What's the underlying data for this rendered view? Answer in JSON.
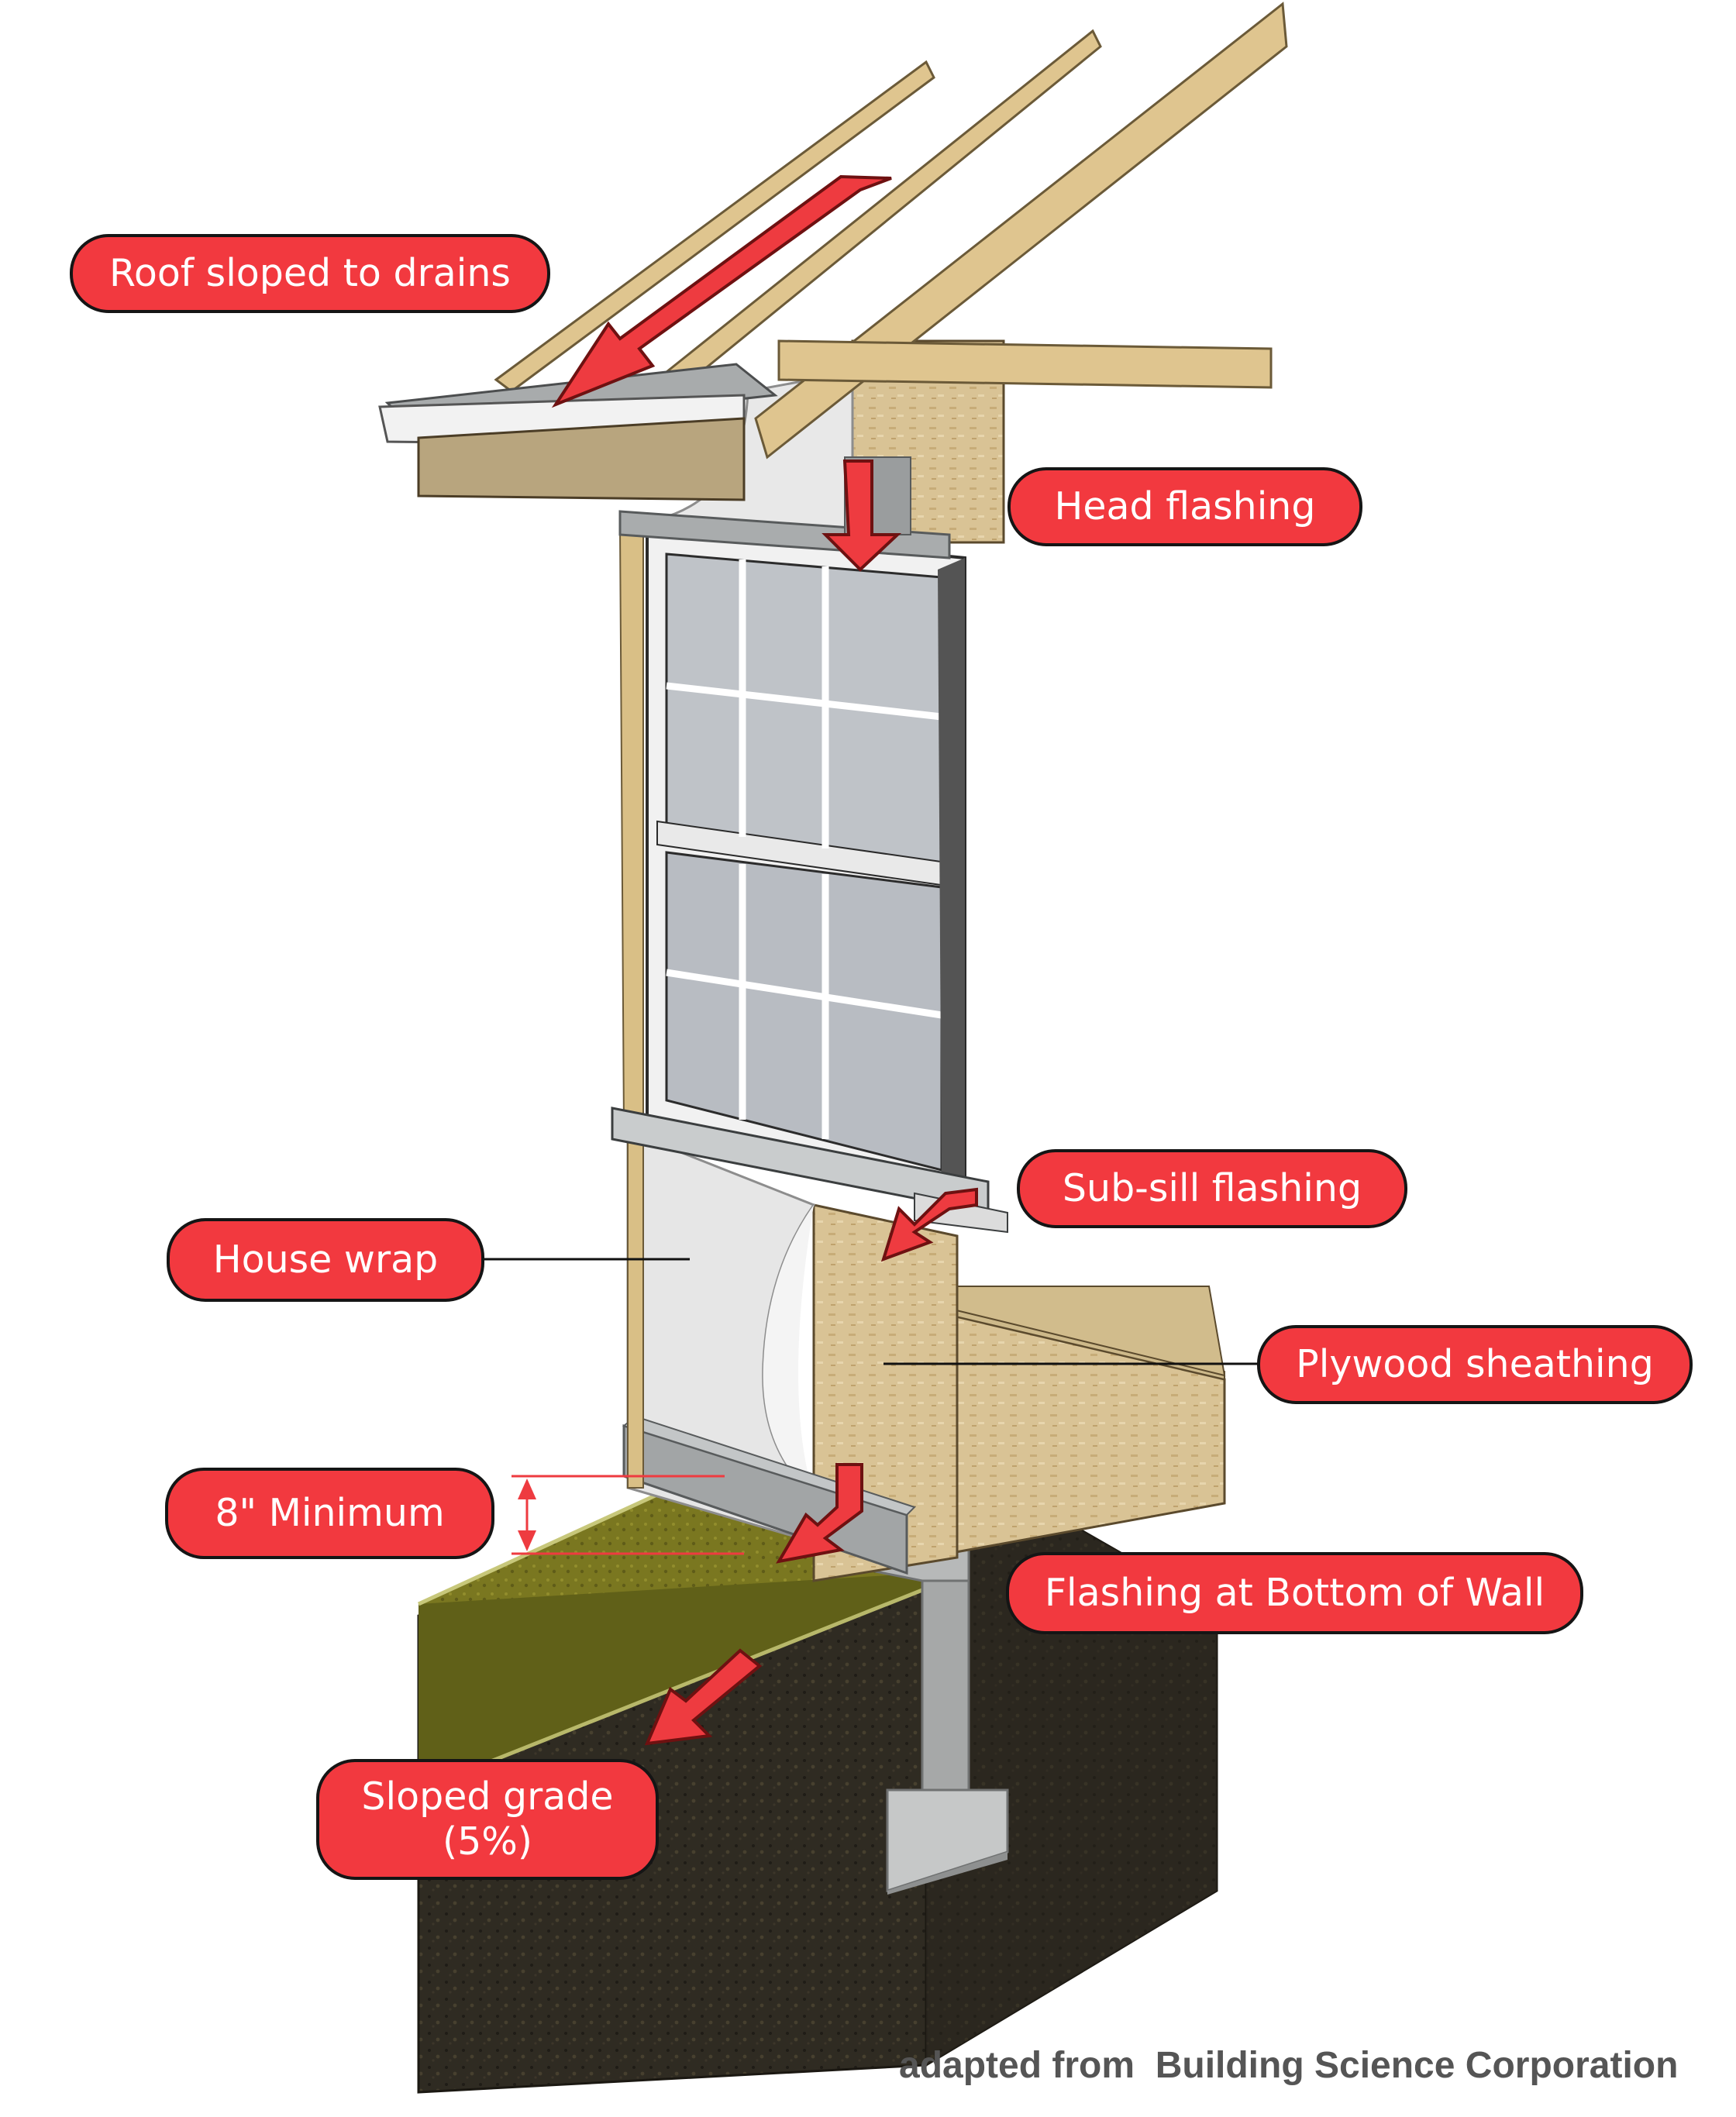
{
  "labels": {
    "roof": "Roof sloped to drains",
    "head_flashing": "Head flashing",
    "sub_sill_flashing": "Sub-sill flashing",
    "house_wrap": "House wrap",
    "plywood_sheathing": "Plywood sheathing",
    "minimum": "8\" Minimum",
    "bottom_flashing": "Flashing at Bottom of Wall",
    "sloped_grade_line1": "Sloped grade",
    "sloped_grade_line2": "(5%)"
  },
  "credit": "adapted from  Building Science Corporation",
  "colors": {
    "callout_fill": "#f2393f",
    "callout_border": "#151515",
    "arrow": "#ee3b40",
    "lumber": "#dcc189",
    "osb": "#d9c395",
    "house_wrap": "#e4e4e4",
    "flashing": "#a9acad",
    "concrete": "#c4c6c6",
    "grass": "#7e7a1c",
    "soil": "#2e2a20",
    "glass": "#bcc0c6",
    "credit_text": "#555555"
  }
}
